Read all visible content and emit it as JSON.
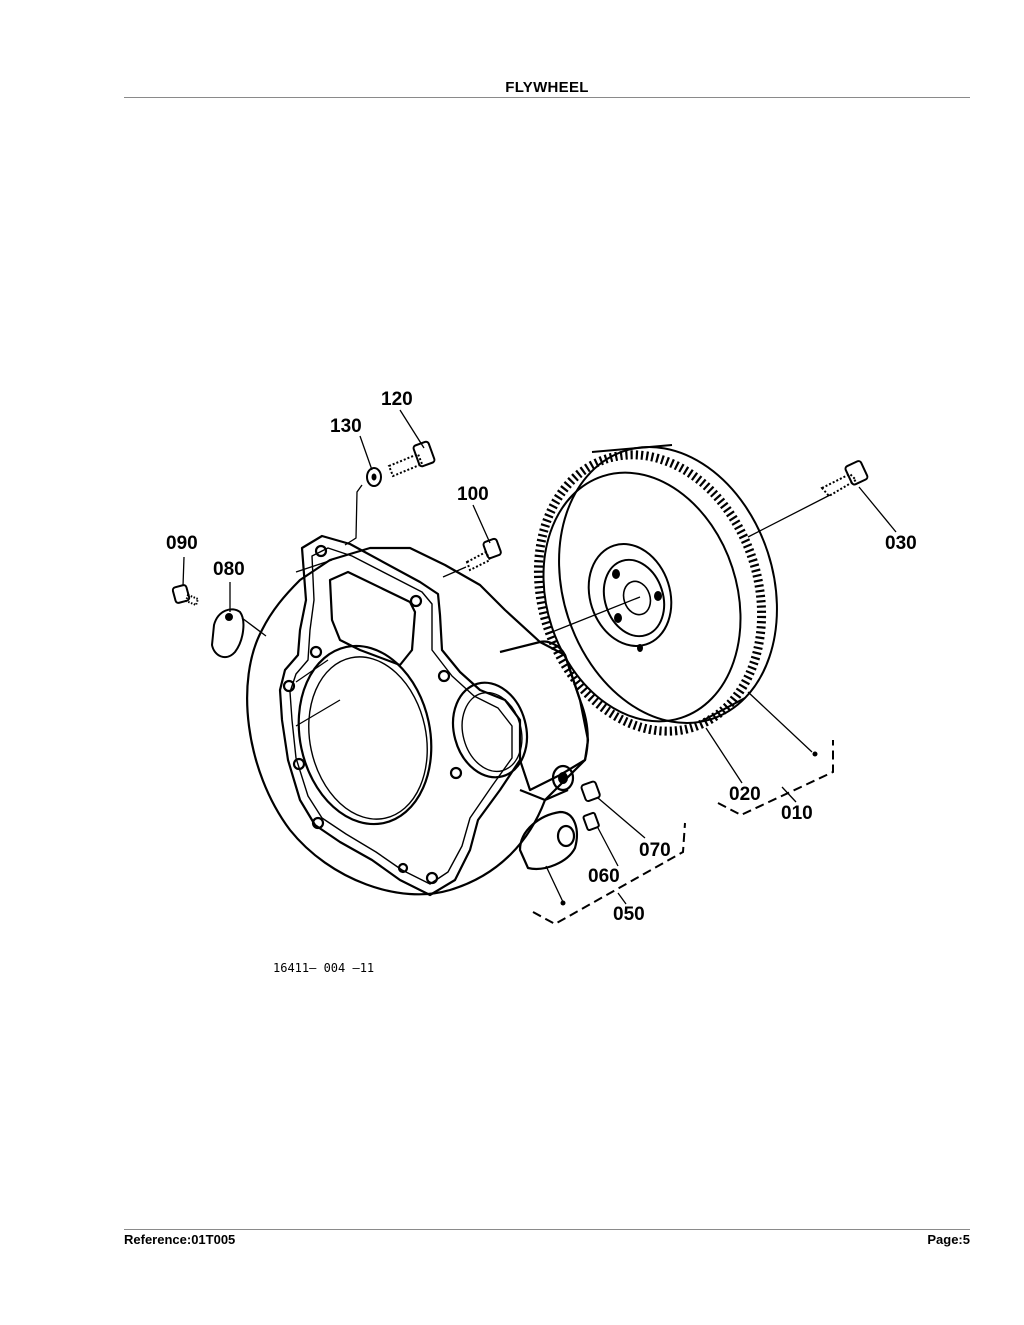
{
  "header": {
    "title": "FLYWHEEL"
  },
  "footer": {
    "reference": "Reference:01T005",
    "page": "Page:5"
  },
  "diagram": {
    "drawing_number": "16411– 004 –11",
    "callouts": {
      "c010": "010",
      "c020": "020",
      "c030": "030",
      "c050": "050",
      "c060": "060",
      "c070": "070",
      "c080": "080",
      "c090": "090",
      "c100": "100",
      "c120": "120",
      "c130": "130"
    }
  }
}
